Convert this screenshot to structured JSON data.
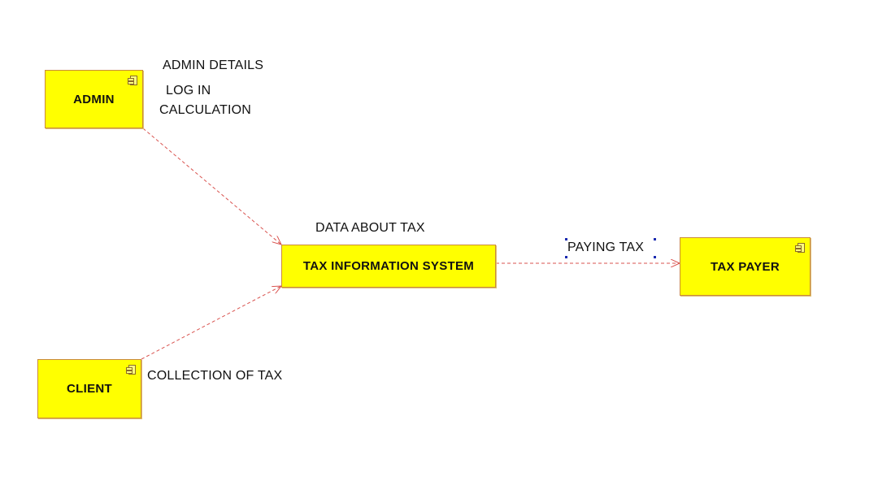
{
  "diagram": {
    "nodes": {
      "admin": {
        "label": "ADMIN"
      },
      "client": {
        "label": "CLIENT"
      },
      "system": {
        "label": "TAX INFORMATION SYSTEM"
      },
      "taxpayer": {
        "label": "TAX PAYER"
      }
    },
    "edge_labels": {
      "admin_details": "ADMIN DETAILS",
      "log_in": "LOG IN",
      "calculation": "CALCULATION",
      "data_about_tax": "DATA ABOUT TAX",
      "paying_tax": "PAYING TAX",
      "collection_of_tax": "COLLECTION OF TAX"
    },
    "colors": {
      "component_fill": "#ffff00",
      "component_border": "#c98a3c",
      "connector": "#d9534f",
      "selection_handle": "#1a2ab0"
    }
  }
}
